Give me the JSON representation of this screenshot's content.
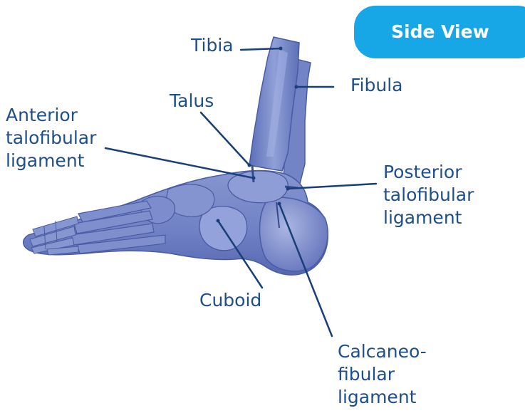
{
  "view_badge": "Side View",
  "labels": {
    "tibia": "Tibia",
    "fibula": "Fibula",
    "talus": "Talus",
    "anterior_talofibular": [
      "Anterior",
      "talofibular",
      "ligament"
    ],
    "posterior_talofibular": [
      "Posterior",
      "talofibular",
      "ligament"
    ],
    "cuboid": "Cuboid",
    "calcaneofibular": [
      "Calcaneo-",
      "fibular",
      "ligament"
    ]
  },
  "colors": {
    "label_text": "#1f4e8c",
    "leader_line": "#1a3f78",
    "badge_fill": "#17a7e6",
    "badge_text": "#ffffff",
    "bone_fill": "#6f80c4",
    "bone_outline": "#4b5ba3"
  }
}
